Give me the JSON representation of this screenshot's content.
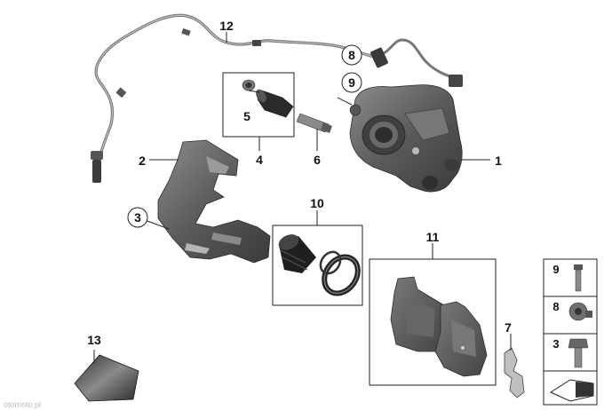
{
  "diagram": {
    "callouts": [
      {
        "id": "1",
        "label": "1"
      },
      {
        "id": "2",
        "label": "2"
      },
      {
        "id": "3",
        "label": "3"
      },
      {
        "id": "4",
        "label": "4"
      },
      {
        "id": "5",
        "label": "5"
      },
      {
        "id": "6",
        "label": "6"
      },
      {
        "id": "7",
        "label": "7"
      },
      {
        "id": "8",
        "label": "8"
      },
      {
        "id": "9",
        "label": "9"
      },
      {
        "id": "10",
        "label": "10"
      },
      {
        "id": "11",
        "label": "11"
      },
      {
        "id": "12",
        "label": "12"
      },
      {
        "id": "13",
        "label": "13"
      }
    ],
    "legend": [
      {
        "label": "9"
      },
      {
        "label": "8"
      },
      {
        "label": "3"
      }
    ],
    "watermark": "otomoto.pl"
  },
  "colors": {
    "part_dark": "#4b4b4b",
    "part_mid": "#6e6e6e",
    "part_light": "#9a9a9a",
    "line": "#222222"
  }
}
